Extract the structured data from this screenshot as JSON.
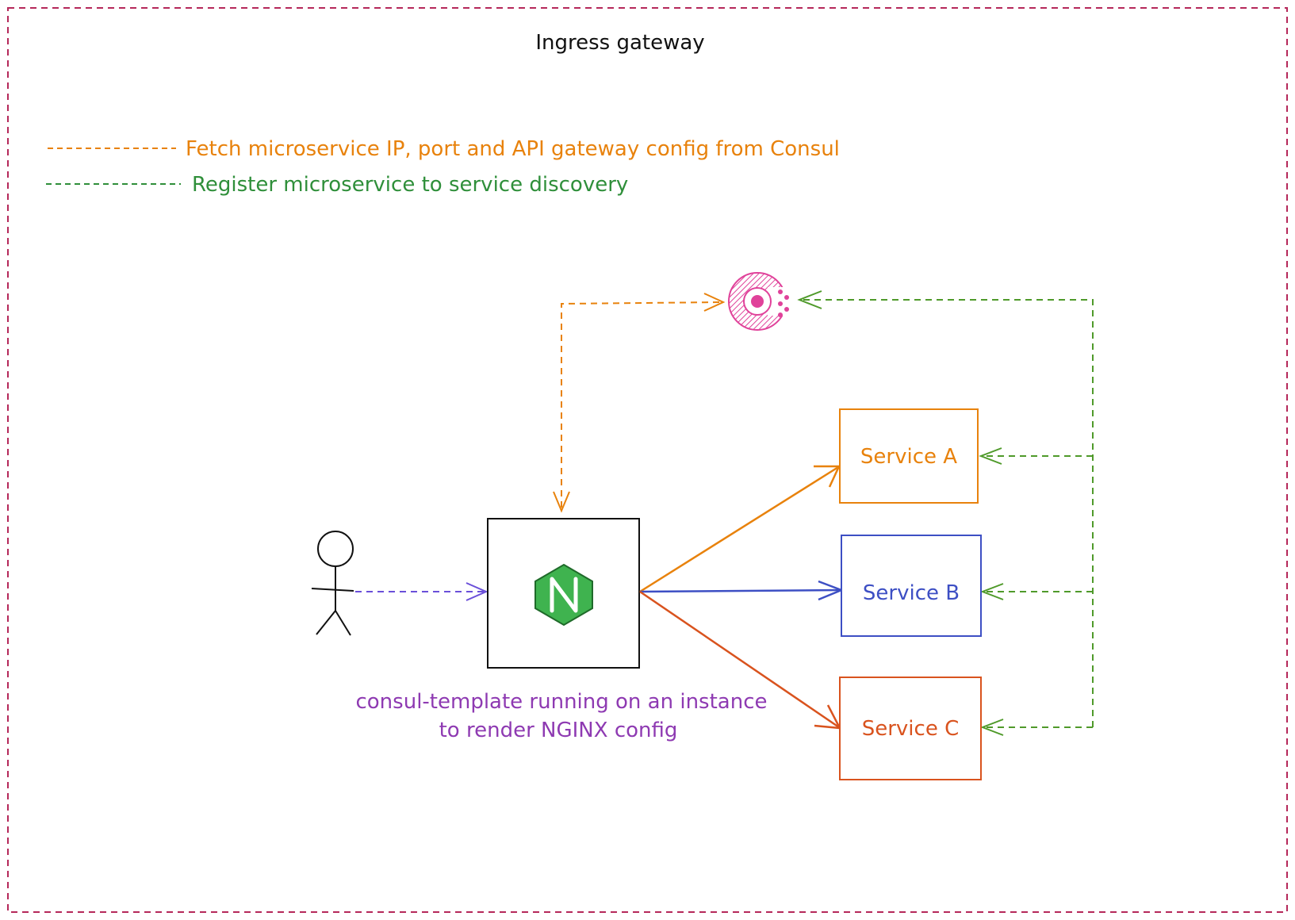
{
  "title": "Ingress gateway",
  "legend": [
    {
      "text": "Fetch microservice IP, port and API gateway config from Consul",
      "color": "#e8820c"
    },
    {
      "text": "Register microservice to service discovery",
      "color": "#2f8f3a"
    }
  ],
  "services": [
    {
      "label": "Service A",
      "color": "#e8820c"
    },
    {
      "label": "Service B",
      "color": "#3d4fc4"
    },
    {
      "label": "Service C",
      "color": "#d9531e"
    }
  ],
  "caption": {
    "line1": "consul-template running on an instance",
    "line2": "to render NGINX config",
    "color": "#8e3ab2"
  },
  "colors": {
    "frame": "#b5285a",
    "fetch": "#e8820c",
    "register": "#4f9a2a",
    "user_arrow": "#6a4fd9",
    "consul": "#e0429a",
    "nginx": "#3fb34f"
  },
  "icons": {
    "user": "stick-figure-icon",
    "nginx": "nginx-logo-icon",
    "consul": "consul-logo-icon"
  }
}
